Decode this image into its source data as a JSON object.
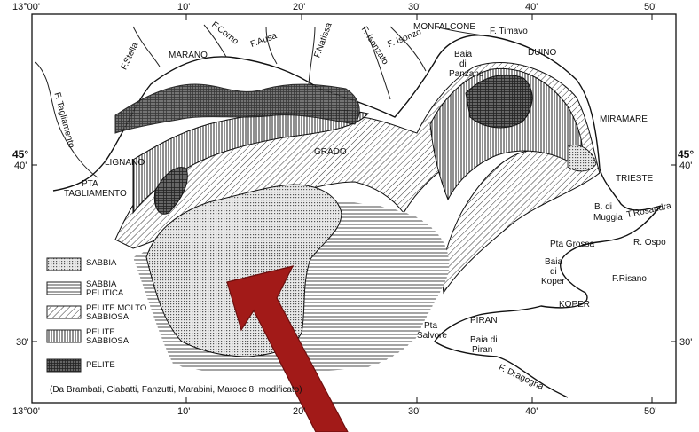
{
  "axis": {
    "top_longitudes": [
      "13°00'",
      "10'",
      "20'",
      "30'",
      "40'",
      "50'"
    ],
    "bottom_longitudes": [
      "13°00'",
      "10'",
      "20'",
      "30'",
      "40'",
      "50'"
    ],
    "lat_left_45": "45°",
    "lat_left_40": "40'",
    "lat_left_30": "30'",
    "lat_right_45": "45°",
    "lat_right_40": "40'",
    "lat_right_30": "30'"
  },
  "places": {
    "monfalcone": "MONFALCONE",
    "f_timavo": "F. Timavo",
    "duino": "DUINO",
    "baia_panzano_1": "Baia",
    "baia_panzano_2": "di",
    "baia_panzano_3": "Panzano",
    "marano": "MARANO",
    "f_corno": "F.Corno",
    "f_ausa": "F.Ausa",
    "f_natissa": "F.Natissa",
    "f_isonzo": "F. Isonzo",
    "f_isonzato": "F. Isonzato",
    "f_stella": "F.Stella",
    "f_tagliamento": "F. Tagliamento",
    "lignano": "LIGNANO",
    "grado": "GRADO",
    "miramare": "MIRAMARE",
    "trieste": "TRIESTE",
    "pta_tagliamento_1": "PTA",
    "pta_tagliamento_2": "TAGLIAMENTO",
    "b_muggia_1": "B. di",
    "b_muggia_2": "Muggia",
    "t_rosandra": "T.Rosandra",
    "r_ospo": "R. Ospo",
    "pta_grossa": "Pta Grossa",
    "baia_koper_1": "Baia",
    "baia_koper_2": "di",
    "baia_koper_3": "Koper",
    "f_risano": "F.Risano",
    "koper": "KOPER",
    "piran": "PIRAN",
    "pta_salvore_1": "Pta",
    "pta_salvore_2": "Salvore",
    "baia_piran_1": "Baia di",
    "baia_piran_2": "Piran",
    "f_dragogna": "F. Dragogna"
  },
  "legend": [
    {
      "label": "SABBIA",
      "pattern": "dots"
    },
    {
      "label": "SABBIA PELITICA",
      "pattern": "hlines"
    },
    {
      "label": "PELITE MOLTO SABBIOSA",
      "pattern": "diag"
    },
    {
      "label": "PELITE SABBIOSA",
      "pattern": "vlines"
    },
    {
      "label": "PELITE",
      "pattern": "dense"
    }
  ],
  "credit": "(Da Brambati, Ciabatti, Fanzutti, Marabini, Marocc          8, modificato)",
  "colors": {
    "arrow": "#a21a18",
    "ink": "#111111",
    "paper": "#ffffff"
  }
}
